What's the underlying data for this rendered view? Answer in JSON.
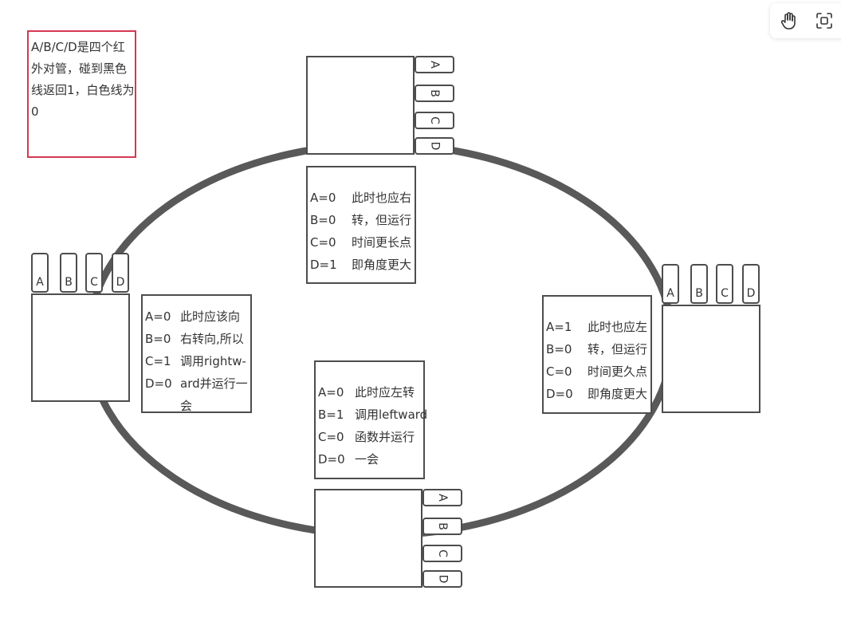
{
  "legend": {
    "lines": [
      "A/B/C/D是四个红",
      "外对管，碰到黑色",
      "线返回1，白色线为",
      "0"
    ]
  },
  "sensor_labels": [
    "A",
    "B",
    "C",
    "D"
  ],
  "notes": {
    "top": {
      "rows": [
        {
          "k": "A=0",
          "v": "此时也应右"
        },
        {
          "k": "B=0",
          "v": "转，但运行"
        },
        {
          "k": "C=0",
          "v": "时间更长点"
        },
        {
          "k": "D=1",
          "v": "即角度更大"
        }
      ]
    },
    "left": {
      "rows": [
        {
          "k": "A=0",
          "v": "此时应该向"
        },
        {
          "k": "B=0",
          "v": "右转向,所以"
        },
        {
          "k": "C=1",
          "v": "调用rightw-"
        },
        {
          "k": "D=0",
          "v": "ard并运行一"
        },
        {
          "k": "",
          "v": "会"
        }
      ]
    },
    "right": {
      "rows": [
        {
          "k": "A=1",
          "v": "此时也应左"
        },
        {
          "k": "B=0",
          "v": "转，但运行"
        },
        {
          "k": "C=0",
          "v": "时间更久点"
        },
        {
          "k": "D=0",
          "v": "即角度更大"
        }
      ]
    },
    "bottom": {
      "rows": [
        {
          "k": "A=0",
          "v": "此时应左转"
        },
        {
          "k": "B=1",
          "v": "调用leftward"
        },
        {
          "k": "C=0",
          "v": "函数并运行"
        },
        {
          "k": "D=0",
          "v": "一会"
        }
      ]
    }
  },
  "toolbar": {
    "items": [
      {
        "icon": "hand-pan-icon"
      },
      {
        "icon": "fit-screen-icon"
      }
    ]
  },
  "colors": {
    "track": "#595959",
    "stroke": "#4d4d4d",
    "legend_border": "#d43852",
    "text": "#333333"
  }
}
